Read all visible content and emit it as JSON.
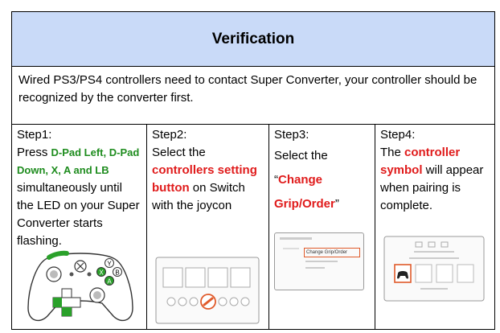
{
  "title": "Verification",
  "intro": "Wired PS3/PS4 controllers need to contact Super Converter, your controller should be recognized by the converter first.",
  "steps": [
    {
      "heading": "Step1:",
      "p1": "Press ",
      "h1": "D-Pad Left, D-Pad Down, X, A and LB",
      "p2": " simultaneously until the LED on your Super Converter starts flashing."
    },
    {
      "heading": "Step2:",
      "p1": "Select the ",
      "h1": "controllers setting button",
      "p2": " on Switch with the joycon"
    },
    {
      "heading": "Step3:",
      "p1": "Select the",
      "q_open": "“",
      "h1": "Change Grip/Order",
      "q_close": "”"
    },
    {
      "heading": "Step4:",
      "p1": "The ",
      "h1": "controller symbol",
      "p2": " will appear when pairing is complete."
    }
  ],
  "figures": {
    "controller_buttons": [
      "Y",
      "X",
      "B",
      "A"
    ],
    "grip_menu_item": "Change Grip/Order"
  },
  "colors": {
    "header_bg": "#c9daf8",
    "highlight_green": "#1e8c1e",
    "highlight_red": "#e01b1b",
    "controller_accent": "#2aa12a",
    "button_ring": "#e05a2a"
  }
}
